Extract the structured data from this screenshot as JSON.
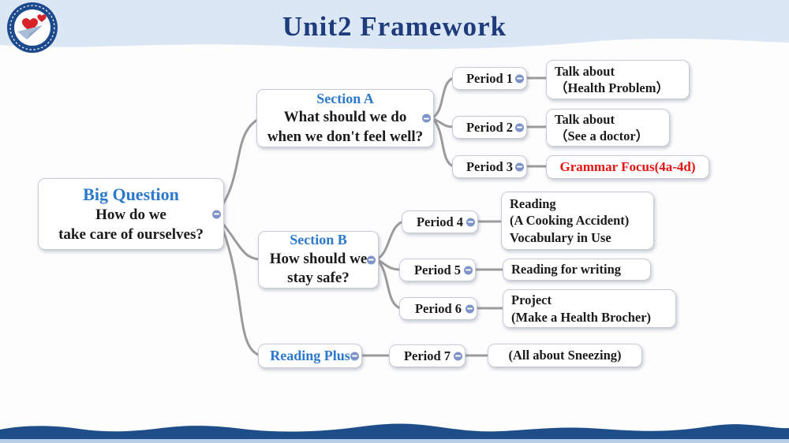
{
  "header": {
    "title": "Unit2 Framework"
  },
  "logo": {
    "description": "school-crest-with-hearts-and-paper-plane"
  },
  "mindmap": {
    "root": {
      "heading": "Big Question",
      "lines": [
        "How do we",
        "take care of ourselves?"
      ]
    },
    "branches": [
      {
        "heading": "Section A",
        "lines": [
          "What should we do",
          "when we don't feel well?"
        ],
        "children": [
          {
            "period": "Period 1",
            "detail_lines": [
              "Talk about",
              "（Health Problem）"
            ]
          },
          {
            "period": "Period 2",
            "detail_lines": [
              "Talk about",
              "（See a doctor）"
            ]
          },
          {
            "period": "Period 3",
            "detail_lines": [
              "Grammar Focus(4a-4d)"
            ]
          }
        ]
      },
      {
        "heading": "Section B",
        "lines": [
          "How should we",
          "stay safe?"
        ],
        "children": [
          {
            "period": "Period 4",
            "detail_lines": [
              "Reading",
              "(A Cooking Accident)",
              "Vocabulary in Use"
            ]
          },
          {
            "period": "Period 5",
            "detail_lines": [
              "Reading for writing"
            ]
          },
          {
            "period": "Period 6",
            "detail_lines": [
              "Project",
              "(Make a Health Brocher)"
            ]
          }
        ]
      },
      {
        "heading": "Reading Plus",
        "lines": [],
        "children": [
          {
            "period": "Period 7",
            "detail_lines": [
              "(All about Sneezing)"
            ]
          }
        ]
      }
    ]
  },
  "colors": {
    "title": "#1e3c7c",
    "blue_heading": "#2a79cc",
    "red_highlight": "#e61410",
    "top_band": "#dce7f6",
    "bottom_wave": "#1d4e89",
    "connector": "#9b9b9b",
    "collapse_button": "#7e93c8"
  }
}
